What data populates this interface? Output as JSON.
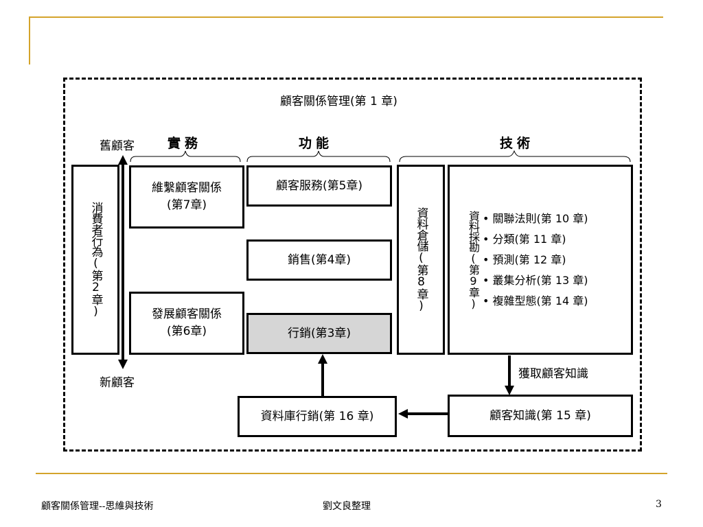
{
  "title": "顧客關係管理(第 1 章)",
  "labels": {
    "old_customer": "舊顧客",
    "new_customer": "新顧客",
    "acquire_knowledge": "獲取顧客知識"
  },
  "categories": {
    "practice": "實務",
    "function": "功能",
    "technology": "技術"
  },
  "boxes": {
    "consumer_behavior": "消費者行為(第2章)",
    "maintain_relationship": "維繫顧客關係\n(第7章)",
    "develop_relationship": "發展顧客關係\n(第6章)",
    "customer_service": "顧客服務(第5章)",
    "sales": "銷售(第4章)",
    "marketing": "行銷(第3章)",
    "data_warehouse": "資料倉儲(第8章)",
    "data_mining": "資料採勘(第9章)",
    "customer_knowledge": "顧客知識(第 15 章)",
    "database_marketing": "資料庫行銷(第 16 章)"
  },
  "tech_items": [
    "• 關聯法則(第 10 章)",
    "• 分類(第 11 章)",
    "• 預測(第 12 章)",
    "• 叢集分析(第 13 章)",
    "• 複雜型態(第 14 章)"
  ],
  "footer": {
    "left": "顧客關係管理--思維與技術",
    "center": "劉文良整理",
    "page_number": "3"
  },
  "colors": {
    "accent": "#d4a32a",
    "highlight_box": "#d6d6d6"
  }
}
